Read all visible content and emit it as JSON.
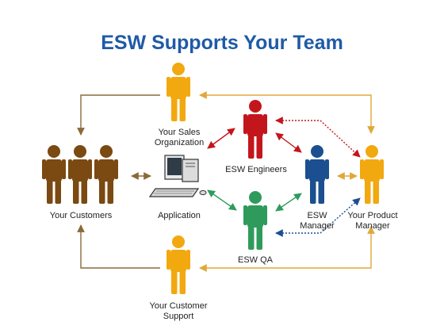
{
  "title": "ESW Supports Your Team",
  "nodes": {
    "sales": {
      "label": "Your Sales\nOrganization",
      "color": "#f2a80f"
    },
    "customers": {
      "label": "Your Customers",
      "color": "#7a4a12"
    },
    "application": {
      "label": "Application",
      "icon": "computer-icon"
    },
    "engineers": {
      "label": "ESW Engineers",
      "color": "#c3161c"
    },
    "manager": {
      "label": "ESW\nManager",
      "color": "#1c4f8f"
    },
    "product_manager": {
      "label": "Your Product\nManager",
      "color": "#f2a80f"
    },
    "qa": {
      "label": "ESW QA",
      "color": "#2e9b5c"
    },
    "support": {
      "label": "Your Customer\nSupport",
      "color": "#f2a80f"
    }
  },
  "connector_colors": {
    "brown": "#8a6a3a",
    "gold": "#e0a83a",
    "red": "#c3161c",
    "green": "#2e9b5c",
    "blue": "#1c4f8f"
  }
}
